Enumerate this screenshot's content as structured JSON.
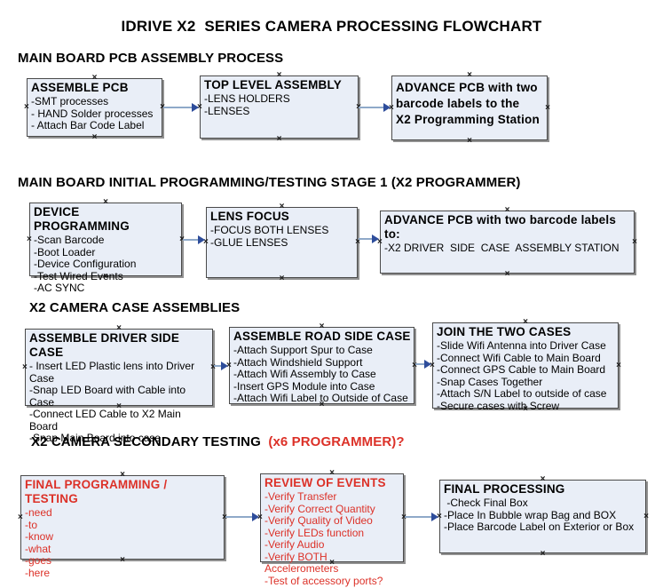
{
  "title": "IDRIVE X2  SERIES CAMERA PROCESSING FLOWCHART",
  "colors": {
    "box_fill": "#E9EEF7",
    "box_border": "#4A4A4A",
    "box_shadow": "#919191",
    "connector_line": "#8FA9C9",
    "arrowhead": "#2E4D9B",
    "red_accent": "#DC3128",
    "text": "#000000",
    "background": "#FFFFFF"
  },
  "icons": {
    "connection_point": "×",
    "arrowhead": "right-triangle"
  },
  "sections": [
    {
      "header": "MAIN BOARD PCB ASSEMBLY PROCESS",
      "boxes": [
        {
          "title": "ASSEMBLE PCB",
          "lines": [
            "-SMT processes",
            "- HAND Solder processes",
            "- Attach Bar Code Label"
          ]
        },
        {
          "title": "TOP LEVEL ASSEMBLY",
          "lines": [
            "-LENS HOLDERS",
            "-LENSES"
          ]
        },
        {
          "title": "ADVANCE PCB with two\nbarcode labels to the\n X2 Programming Station",
          "lines": []
        }
      ]
    },
    {
      "header": "MAIN BOARD INITIAL PROGRAMMING/TESTING STAGE 1 (X2 PROGRAMMER)",
      "boxes": [
        {
          "title": "DEVICE PROGRAMMING",
          "lines": [
            "-Scan Barcode",
            "-Boot Loader",
            "-Device Configuration",
            "-Test Wired Events",
            "-AC SYNC"
          ]
        },
        {
          "title": "LENS FOCUS",
          "lines": [
            "-FOCUS BOTH LENSES",
            "-GLUE LENSES"
          ]
        },
        {
          "title": "ADVANCE PCB with two barcode labels to:",
          "lines": [
            "-X2 DRIVER  SIDE  CASE  ASSEMBLY STATION"
          ]
        }
      ]
    },
    {
      "header": "X2 CAMERA CASE ASSEMBLIES",
      "boxes": [
        {
          "title": "ASSEMBLE DRIVER SIDE CASE",
          "lines": [
            "- Insert LED Plastic lens into Driver Case",
            "-Snap LED Board with Cable into Case",
            "-Connect LED Cable to X2 Main Board",
            "-Snap Main Board into case"
          ]
        },
        {
          "title": "ASSEMBLE ROAD SIDE CASE",
          "lines": [
            "-Attach Support Spur to Case",
            "-Attach Windshield Support",
            "-Attach Wifi Assembly to Case",
            "-Insert GPS Module into Case",
            "-Attach Wifi Label to Outside of Case"
          ]
        },
        {
          "title": "JOIN THE TWO CASES",
          "lines": [
            "-Slide Wifi Antenna into Driver Case",
            "-Connect Wifi Cable to Main Board",
            "-Connect GPS Cable to Main Board",
            "-Snap Cases Together",
            "-Attach S/N Label to outside of case",
            "-Secure cases with Screw"
          ]
        }
      ]
    },
    {
      "header": "X2 CAMERA SECONDARY TESTING ",
      "header_red": " (x6 PROGRAMMER)?",
      "boxes": [
        {
          "title": "FINAL PROGRAMMING / TESTING",
          "lines": [
            "-need",
            "-to",
            "-know",
            "-what",
            "-goes",
            "-here"
          ]
        },
        {
          "title": "REVIEW OF EVENTS",
          "lines": [
            "-Verify Transfer",
            "-Verify Correct Quantity",
            "-Verify Quality of Video",
            "-Verify LEDs function",
            "-Verify Audio",
            "-Verify BOTH Accelerometers",
            "-Test of accessory ports?"
          ]
        },
        {
          "title": "FINAL PROCESSING",
          "lines": [
            " -Check Final Box",
            "-Place In Bubble wrap Bag and BOX",
            "-Place Barcode Label on Exterior or Box"
          ]
        }
      ]
    }
  ]
}
